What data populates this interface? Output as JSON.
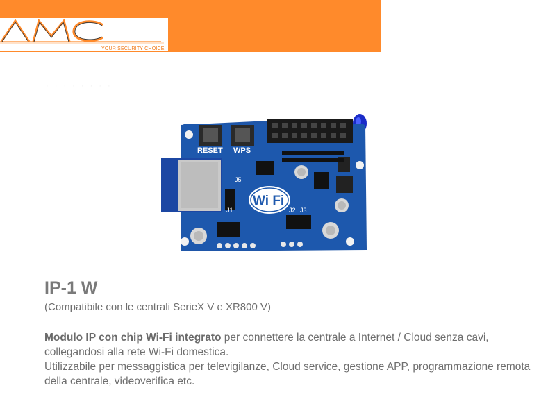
{
  "header": {
    "brand_color": "#ff8a2b",
    "logo_text": "AMC",
    "logo_tagline": "YOUR SECURITY CHOICE"
  },
  "product": {
    "image_icon": "wifi-module-board-image",
    "board_labels": {
      "reset": "RESET",
      "wps": "WPS",
      "wifi": "Wi Fi",
      "j1": "J1",
      "j2": "J2",
      "j3": "J3",
      "j5": "J5"
    },
    "title": "IP-1 W",
    "compatibility": "(Compatibile con le centrali SerieX V e XR800 V)",
    "description": {
      "bold_intro": "Modulo IP con chip Wi-Fi integrato",
      "line1_rest": " per connettere la centrale a Internet / Cloud senza cavi, collegandosi alla rete Wi-Fi domestica.",
      "line2": "Utilizzabile per messaggistica per televigilanze, Cloud service, gestione APP, programmazione remota della centrale, videoverifica etc."
    }
  }
}
